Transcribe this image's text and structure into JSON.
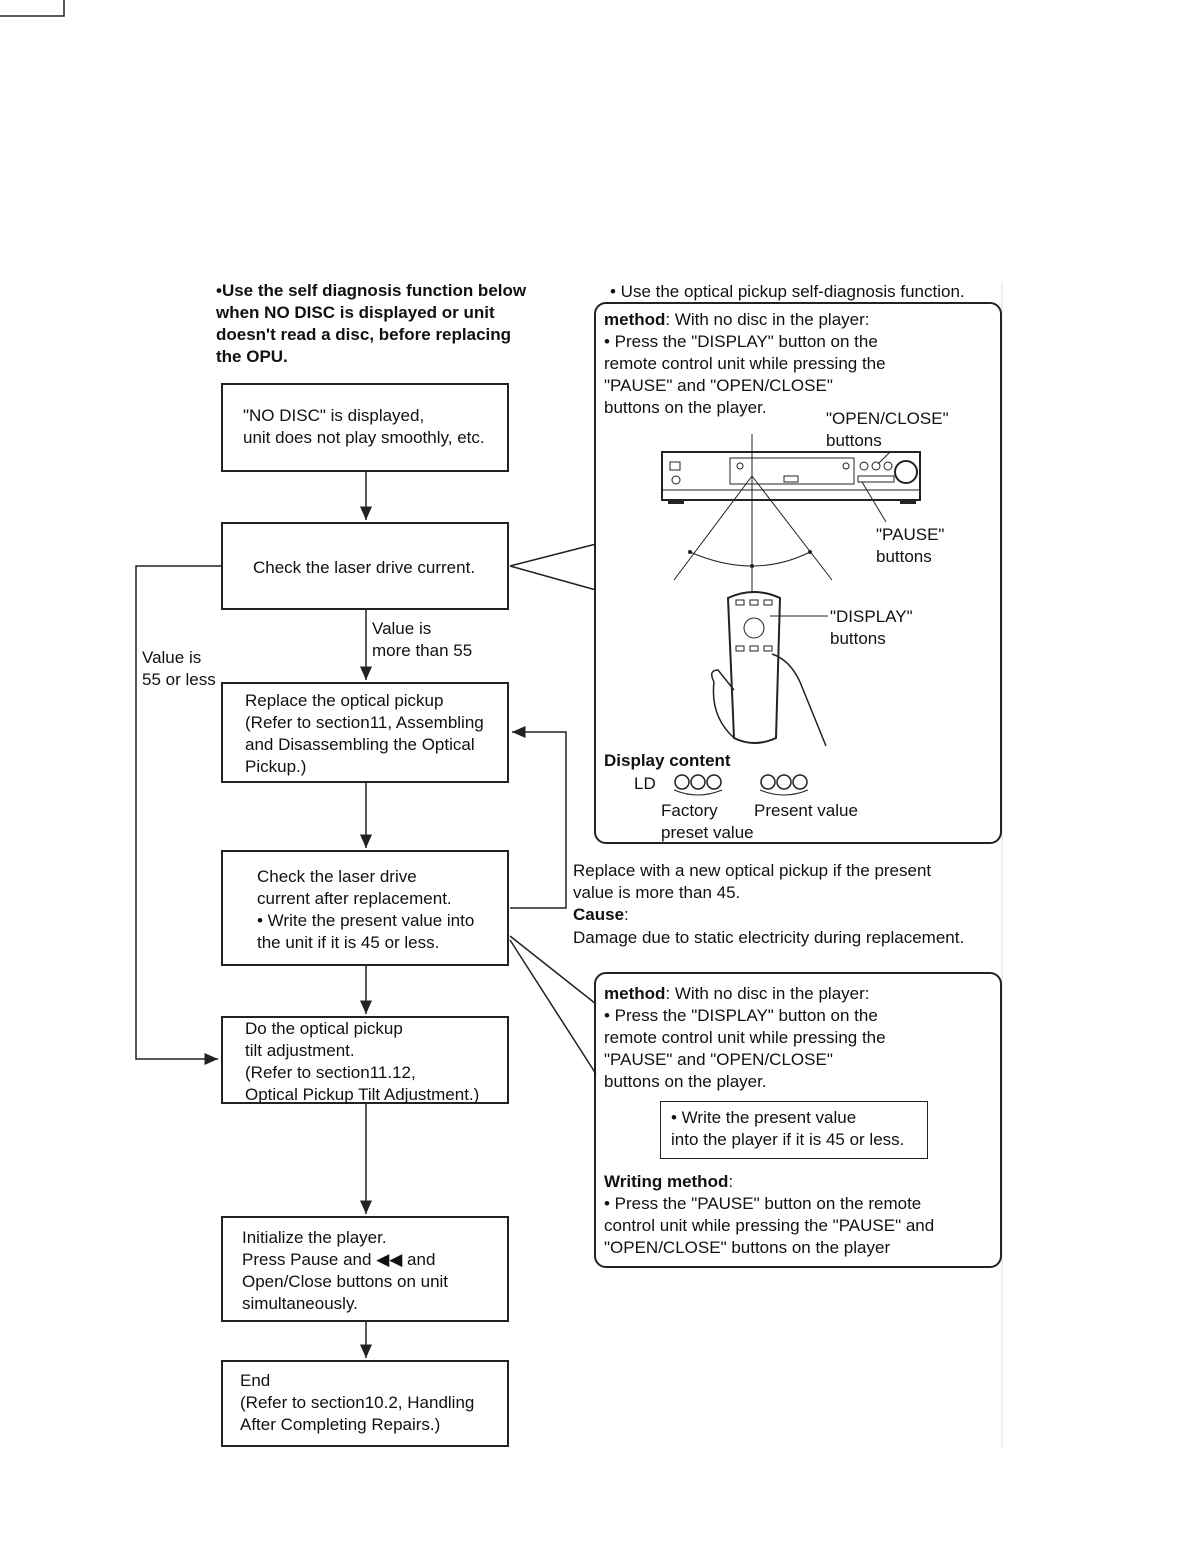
{
  "intro_note": "•Use the self diagnosis function below\nwhen NO DISC is displayed or unit\ndoesn't read a disc, before replacing\nthe OPU.",
  "right_header": "• Use the optical pickup self-diagnosis function.",
  "steps": {
    "s1": "\"NO DISC\" is displayed,\nunit does not play smoothly, etc.",
    "s2": "Check the laser drive current.",
    "s3": "Replace the optical pickup\n(Refer to section11, Assembling\nand Disassembling the Optical\nPickup.)",
    "s4": "Check the laser drive\ncurrent after replacement.\n• Write the present value into\nthe unit if it is 45 or less.",
    "s5": "Do the optical pickup\ntilt adjustment.\n(Refer to section11.12,\nOptical Pickup Tilt Adjustment.)",
    "s6": "Initialize the player.\nPress Pause and ◀◀ and\nOpen/Close buttons on unit\nsimultaneously.",
    "s7": "End\n(Refer to section10.2, Handling\nAfter Completing Repairs.)"
  },
  "branch_labels": {
    "more": "Value is\nmore than 55",
    "less": "Value is\n55 or less"
  },
  "panel1": {
    "method_label": "method",
    "method_text": ": With no disc in the player:\n• Press the \"DISPLAY\" button on the\nremote control unit while pressing the\n\"PAUSE\" and \"OPEN/CLOSE\"\nbuttons on the player.",
    "callout_open_close": "\"OPEN/CLOSE\"\nbuttons",
    "callout_pause": "\"PAUSE\"\nbuttons",
    "callout_display": "\"DISPLAY\"\nbuttons",
    "display_content_label": "Display content",
    "ld": "LD",
    "factory": "Factory\npreset value",
    "present": "Present value"
  },
  "replace_note": {
    "text": "Replace with a new optical pickup if the present\nvalue is more than 45.",
    "cause_label": "Cause",
    "cause_text": "Damage due to static electricity during replacement."
  },
  "panel2": {
    "method_label": "method",
    "method_text": ": With no disc in the player:\n• Press the \"DISPLAY\" button on the\nremote control unit while pressing the\n\"PAUSE\" and \"OPEN/CLOSE\"\nbuttons on the player.",
    "inner_box": "• Write the present value\ninto the player if it is 45 or less.",
    "writing_label": "Writing method",
    "writing_text": "• Press the \"PAUSE\" button on the remote\ncontrol unit while pressing the \"PAUSE\" and\n\"OPEN/CLOSE\" buttons on the player"
  }
}
